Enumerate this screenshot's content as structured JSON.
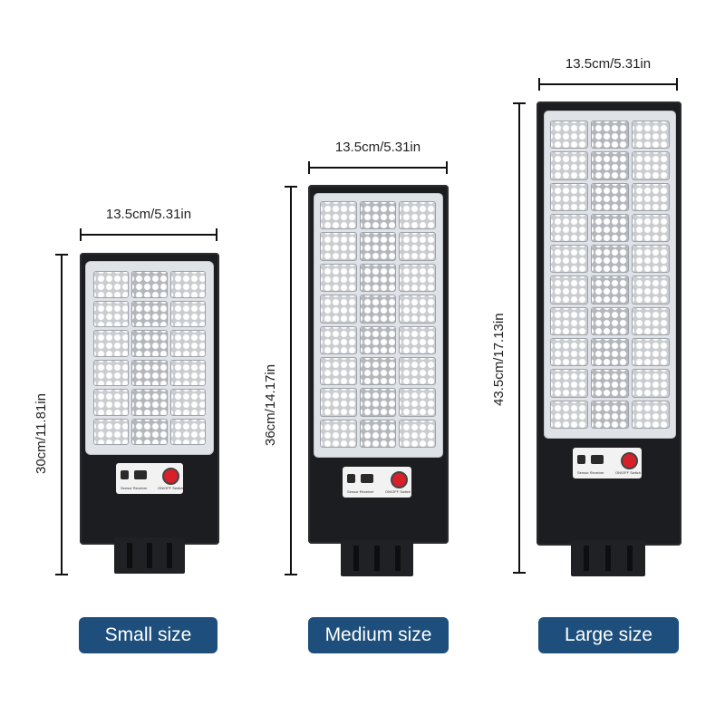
{
  "products": [
    {
      "width_label": "13.5cm/5.31in",
      "height_label": "30cm/11.81in",
      "size_label": "Small size"
    },
    {
      "width_label": "13.5cm/5.31in",
      "height_label": "36cm/14.17in",
      "size_label": "Medium size"
    },
    {
      "width_label": "13.5cm/5.31in",
      "height_label": "43.5cm/17.13in",
      "size_label": "Large size"
    }
  ],
  "control_box": {
    "sensor_text": "Sensor Receiver",
    "switch_text": "ON/OFF Switch"
  },
  "colors": {
    "pill": "#1e4f7c",
    "lamp_body": "#1c1d20",
    "panel": "#dfe2e6",
    "switch": "#d8202a"
  }
}
